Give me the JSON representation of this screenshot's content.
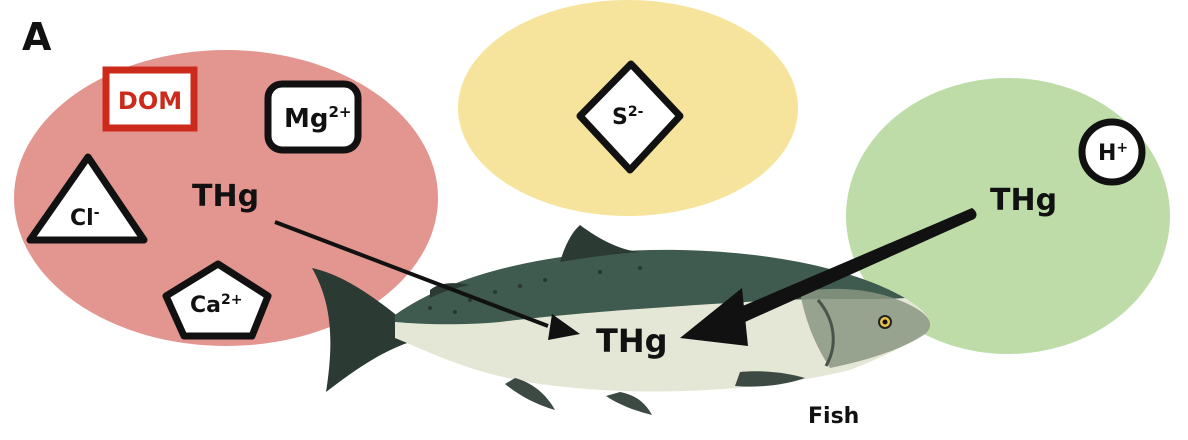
{
  "panel_label": "A",
  "fish_label": "Fish",
  "thg_label": "THg",
  "regions": [
    {
      "id": "red",
      "color": "#e39590",
      "thg_label": "THg"
    },
    {
      "id": "yellow",
      "color": "#f6e49c"
    },
    {
      "id": "green",
      "color": "#bddca8",
      "thg_label": "THg"
    }
  ],
  "factors": {
    "dom": {
      "label": "DOM",
      "shape": "square",
      "color": "#cc2a1b"
    },
    "mg": {
      "label": "Mg",
      "charge": "2+",
      "shape": "rounded-square"
    },
    "cl": {
      "label": "Cl",
      "charge": "-",
      "shape": "triangle"
    },
    "ca": {
      "label": "Ca",
      "charge": "2+",
      "shape": "pentagon"
    },
    "s": {
      "label": "S",
      "charge": "2-",
      "shape": "diamond"
    },
    "h": {
      "label": "H",
      "charge": "+",
      "shape": "circle"
    }
  },
  "fish_colors": {
    "back": "#3f5a4e",
    "belly": "#e5e7d6",
    "fin": "#2c3a34",
    "head": "#8a9583"
  }
}
